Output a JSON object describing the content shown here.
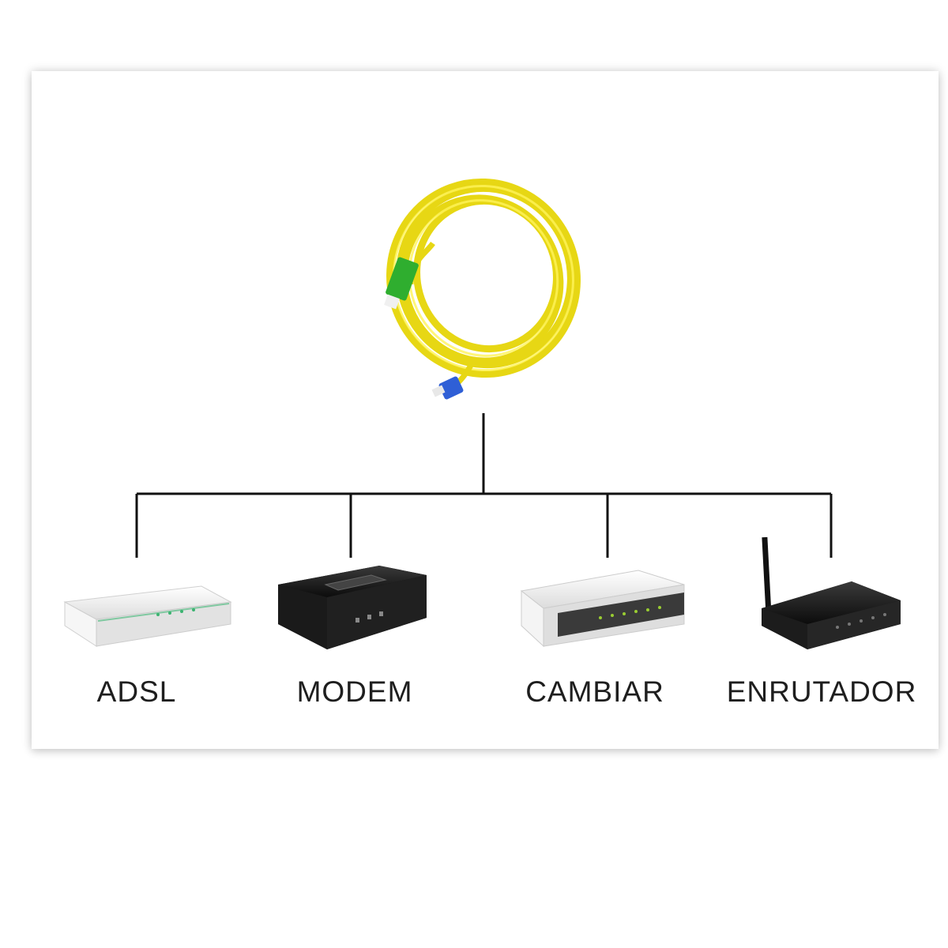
{
  "diagram": {
    "source": {
      "icon": "fiber-optic-patch-cable-icon",
      "colors": {
        "cable": "#f2e21a",
        "connector_a": "#2fae2f",
        "connector_b": "#2f5fd6"
      }
    },
    "devices": [
      {
        "label": "ADSL",
        "icon": "adsl-router-icon"
      },
      {
        "label": "MODEM",
        "icon": "modem-icon"
      },
      {
        "label": "CAMBIAR",
        "icon": "network-switch-icon"
      },
      {
        "label": "ENRUTADOR",
        "icon": "wireless-router-icon"
      }
    ]
  }
}
